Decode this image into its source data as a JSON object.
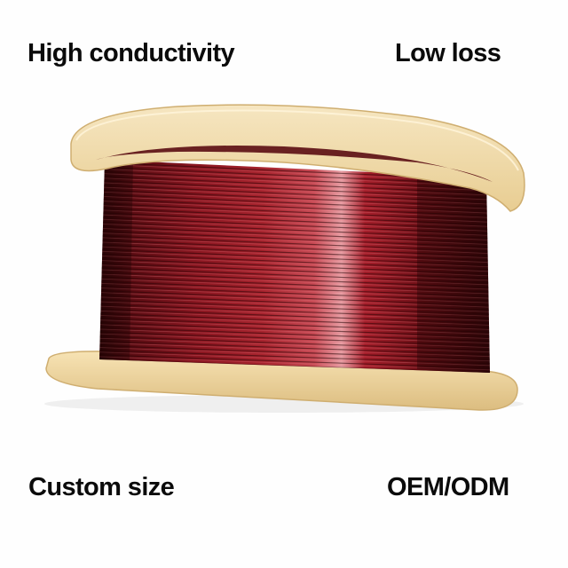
{
  "labels": {
    "top_left": "High conductivity",
    "top_right": "Low loss",
    "bottom_left": "Custom size",
    "bottom_right": "OEM/ODM"
  },
  "colors": {
    "background": "#fefefe",
    "text": "#0b0b0b",
    "wood": "#f2dcae",
    "wood_edge": "#d9bc82",
    "copper_dark": "#4a0a0e",
    "copper_mid": "#8a1620",
    "copper_light": "#c23a44"
  }
}
